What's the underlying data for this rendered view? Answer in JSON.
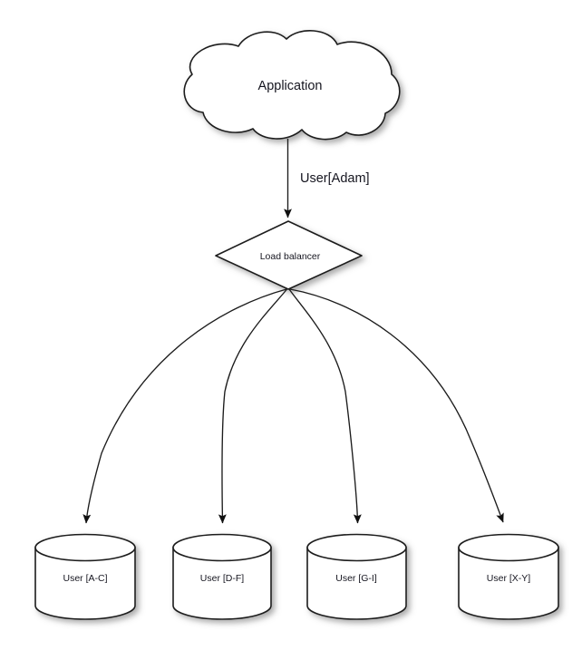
{
  "diagram": {
    "type": "architecture-flow",
    "background_color": "#ffffff",
    "stroke_color": "#1c1c1c",
    "fill_color": "#ffffff",
    "text_color": "#15151f",
    "nodes": {
      "application": {
        "label": "Application",
        "shape": "cloud"
      },
      "load_balancer": {
        "label": "Load balancer",
        "shape": "diamond"
      },
      "shards": [
        {
          "label": "User [A-C]",
          "shape": "cylinder"
        },
        {
          "label": "User [D-F]",
          "shape": "cylinder"
        },
        {
          "label": "User [G-I]",
          "shape": "cylinder"
        },
        {
          "label": "User [X-Y]",
          "shape": "cylinder"
        }
      ]
    },
    "edges": [
      {
        "from": "application",
        "to": "load_balancer",
        "label": "User[Adam]",
        "style": "straight-arrow"
      },
      {
        "from": "load_balancer",
        "to": "shard-0",
        "label": "",
        "style": "curved-arrow"
      },
      {
        "from": "load_balancer",
        "to": "shard-1",
        "label": "",
        "style": "curved-arrow"
      },
      {
        "from": "load_balancer",
        "to": "shard-2",
        "label": "",
        "style": "curved-arrow"
      },
      {
        "from": "load_balancer",
        "to": "shard-3",
        "label": "",
        "style": "curved-arrow"
      }
    ]
  }
}
